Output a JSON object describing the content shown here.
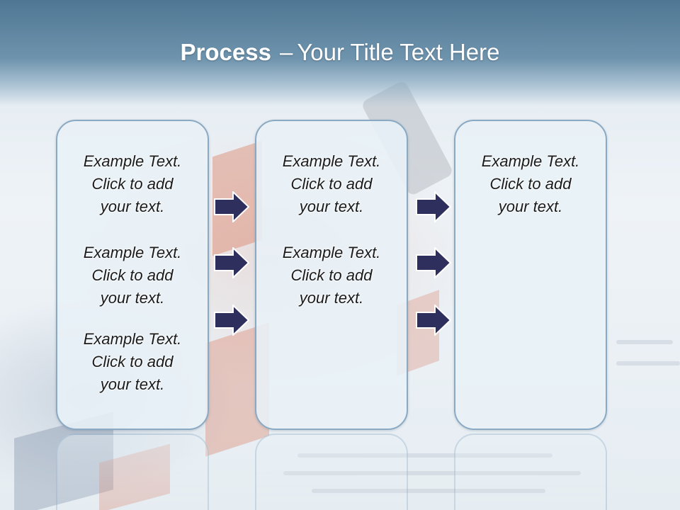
{
  "slide": {
    "title": {
      "bold": "Process",
      "separator": "–",
      "rest": "Your Title Text Here"
    },
    "colors": {
      "header": "#4f7793",
      "box_border": "#8aa9c3",
      "box_fill": "#e8f1f7",
      "arrow_fill": "#2f2f5e",
      "arrow_stroke": "#ffffff"
    },
    "columns": [
      {
        "blocks": [
          {
            "line1": "Example Text.",
            "line2": "Click  to add",
            "line3": "your text."
          },
          {
            "line1": "Example Text.",
            "line2": "Click  to add",
            "line3": "your text."
          },
          {
            "line1": "Example Text.",
            "line2": "Click  to add",
            "line3": "your text."
          }
        ]
      },
      {
        "blocks": [
          {
            "line1": "Example Text.",
            "line2": "Click  to add",
            "line3": "your text."
          },
          {
            "line1": "Example Text.",
            "line2": "Click  to add",
            "line3": "your text."
          }
        ]
      },
      {
        "blocks": [
          {
            "line1": "Example Text.",
            "line2": "Click  to add",
            "line3": "your text."
          }
        ]
      }
    ],
    "arrows": [
      "right-arrow-icon",
      "right-arrow-icon",
      "right-arrow-icon",
      "right-arrow-icon",
      "right-arrow-icon",
      "right-arrow-icon"
    ]
  }
}
